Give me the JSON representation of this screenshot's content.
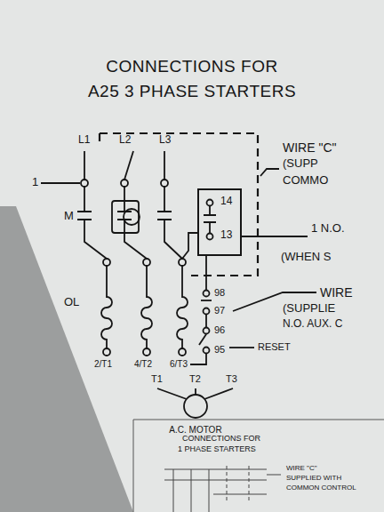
{
  "diagram": {
    "title": "CONNECTIONS FOR",
    "nodes": [
      {
        "text": [
          "14",
          "13"
        ]
      },
      {
        "text": [
          "T1",
          "T2",
          "T3",
          "A.C. MOTOR"
        ]
      }
    ],
    "labels": [
      "A25 3 PHASE STARTERS",
      "1",
      "L1",
      "L2",
      "L3",
      "M",
      "WIRE \"C\"",
      "(SUPP",
      "COMMO",
      "1 N.O.",
      "(WHEN S",
      "98",
      "97",
      "WIRE",
      "(SUPPLIE",
      "N.O. AUX. C",
      "96",
      "95",
      "RESET",
      "OL",
      "2/T1",
      "4/T2",
      "6/T3",
      "CONNECTIONS FOR",
      "1 PHASE STARTERS",
      "WIRE \"C\"",
      "SUPPLIED WITH",
      "COMMON CONTROL"
    ]
  }
}
